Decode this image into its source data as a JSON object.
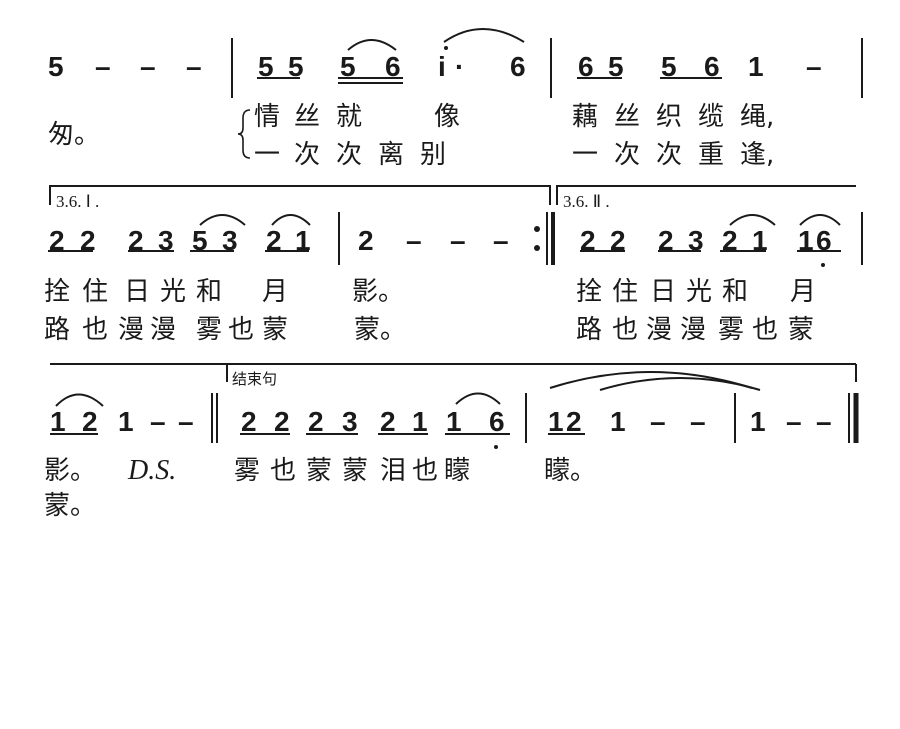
{
  "system1": {
    "notes": [
      "5",
      "–",
      "–",
      "–",
      "5",
      "5",
      "5",
      "6",
      "i",
      "·",
      "6",
      "6",
      "5",
      "5",
      "6",
      "1",
      "–"
    ],
    "lyrics1": [
      "匆。",
      "{",
      "情",
      "丝",
      "就",
      "像",
      "藕",
      "丝",
      "织",
      "缆",
      "绳,"
    ],
    "lyrics2": [
      "一",
      "次",
      "次",
      "离",
      "别",
      "一",
      "次",
      "次",
      "重",
      "逢,"
    ]
  },
  "system2": {
    "ending1_label": "3.6. Ⅰ .",
    "ending2_label": "3.6. Ⅱ .",
    "notes": [
      "2",
      "2",
      "2",
      "3",
      "5",
      "3",
      "2",
      "1",
      "2",
      "–",
      "–",
      "–",
      "2",
      "2",
      "2",
      "3",
      "2",
      "1",
      "1",
      "6"
    ],
    "lyrics1": [
      "拴",
      "住",
      "日",
      "光",
      "和",
      "月",
      "影。",
      "拴",
      "住",
      "日",
      "光",
      "和",
      "月"
    ],
    "lyrics2": [
      "路",
      "也",
      "漫",
      "漫",
      "雾",
      "也",
      "蒙",
      "蒙。",
      "路",
      "也",
      "漫",
      "漫",
      "雾",
      "也",
      "蒙"
    ]
  },
  "system3": {
    "coda_label": "结束句",
    "notes": [
      "1",
      "2",
      "1",
      "–",
      "–",
      "2",
      "2",
      "2",
      "3",
      "2",
      "1",
      "1",
      "6",
      "1",
      "2",
      "1",
      "–",
      "–",
      "1",
      "–",
      "–"
    ],
    "lyrics1": [
      "影。",
      "D.S.",
      "雾",
      "也",
      "蒙",
      "蒙",
      "泪",
      "也",
      "矇",
      "矇。"
    ],
    "lyrics2": [
      "蒙。"
    ]
  }
}
